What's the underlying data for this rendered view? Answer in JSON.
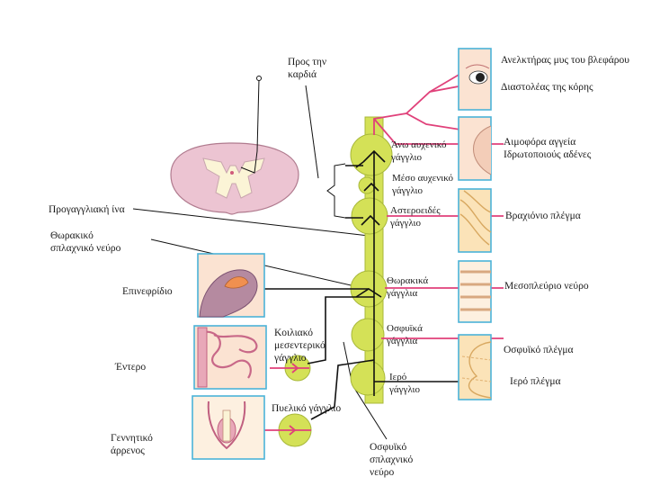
{
  "labels": {
    "to_heart_1": "Προς την",
    "to_heart_2": "καρδιά",
    "eyelid_muscle": "Ανελκτήρας μυς του βλεφάρου",
    "pupil_dilator": "Διαστολέας της κόρης",
    "blood_vessels": "Αιμοφόρα αγγεία",
    "sweat_glands": "Ιδρωτοποιούς αδένες",
    "superior_cervical_1": "Άνω αυχενικό",
    "superior_cervical_2": "γάγγλιο",
    "middle_cervical_1": "Μέσο αυχενικό",
    "middle_cervical_2": "γάγγλιο",
    "stellate_1": "Αστεροειδές",
    "stellate_2": "γάγγλιο",
    "brachial_plexus": "Βραχιόνιο πλέγμα",
    "preganglionic_fiber": "Προγαγγλιακή ίνα",
    "thoracic_splanchnic_1": "Θωρακικό",
    "thoracic_splanchnic_2": "σπλαχνικό νεύρο",
    "thoracic_ganglia_1": "Θωρακικά",
    "thoracic_ganglia_2": "γάγγλια",
    "intercostal_nerve": "Μεσοπλεύριο νεύρο",
    "adrenal": "Επινεφρίδιο",
    "celiac_1": "Κοιλιακό",
    "celiac_2": "μεσεντερικό",
    "celiac_3": "γάγγλιο",
    "lumbar_ganglia_1": "Οσφυϊκά",
    "lumbar_ganglia_2": "γάγγλια",
    "lumbar_plexus": "Οσφυϊκό πλέγμα",
    "intestine": "Έντερο",
    "sacral_ganglion_1": "Ιερό",
    "sacral_ganglion_2": "γάγγλιο",
    "sacral_plexus": "Ιερό πλέγμα",
    "pelvic_ganglion": "Πυελικό γάγγλιο",
    "male_genital_1": "Γεννητικό",
    "male_genital_2": "άρρενος",
    "lumbar_splanchnic_1": "Οσφυϊκό",
    "lumbar_splanchnic_2": "σπλαχνικό",
    "lumbar_splanchnic_3": "νεύρο"
  },
  "colors": {
    "ganglion_fill": "#d4e157",
    "ganglion_stroke": "#a8b83a",
    "spinal_cord_fill": "#ecc4d2",
    "spinal_cord_stroke": "#b07a8e",
    "grey_matter": "#fbf4d6",
    "nerve_pink": "#e0417a",
    "nerve_black": "#111111",
    "panel_border": "#4bb3d8",
    "panel_fill": "#fdf0e0"
  }
}
